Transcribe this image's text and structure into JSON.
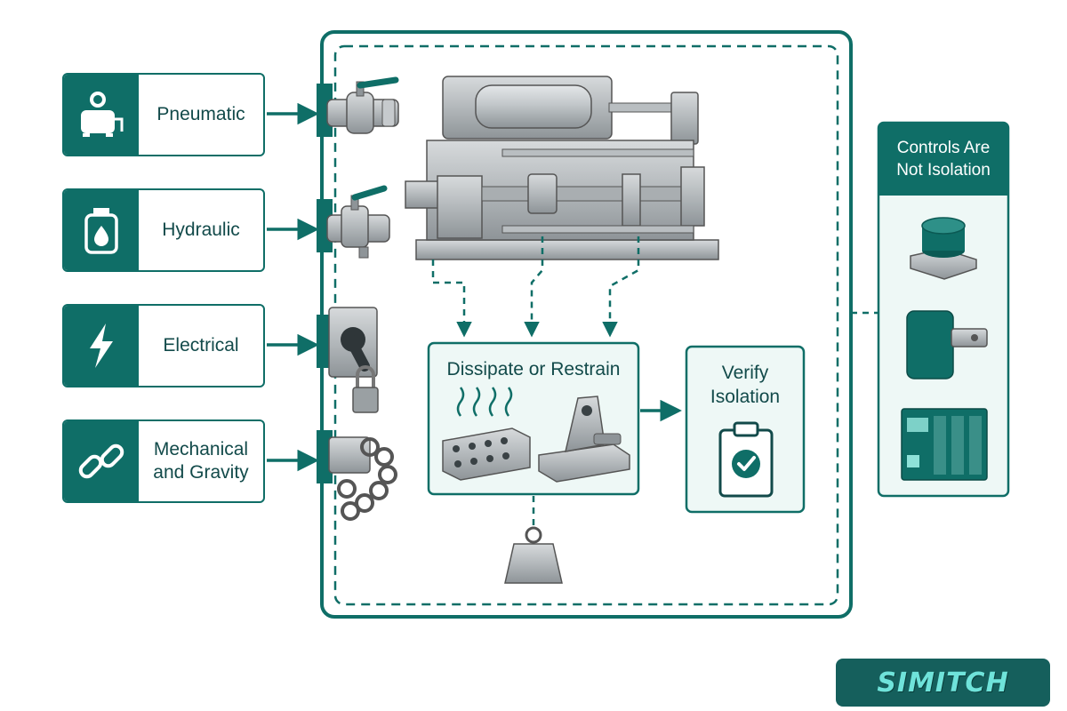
{
  "sources": [
    {
      "label": "Pneumatic",
      "icon": "air-compressor-icon"
    },
    {
      "label": "Hydraulic",
      "icon": "hydraulic-fluid-icon"
    },
    {
      "label": "Electrical",
      "icon": "lightning-bolt-icon"
    },
    {
      "label": "Mechanical\nand Gravity",
      "icon": "chain-link-icon"
    }
  ],
  "process": {
    "dissipate_title": "Dissipate or Restrain",
    "verify_title": "Verify\nIsolation"
  },
  "controls_panel": {
    "title": "Controls Are\nNot Isolation"
  },
  "logo": {
    "text": "SIMITCH"
  },
  "colors": {
    "teal": "#0f6e67",
    "dark_teal": "#124a4a",
    "light_teal_fill": "#eef8f6",
    "steel": "#a8adb0"
  }
}
